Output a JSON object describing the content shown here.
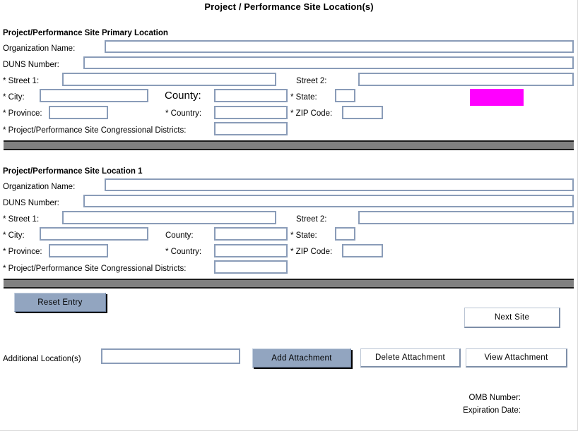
{
  "page": {
    "title": "Project / Performance Site Location(s)"
  },
  "sections": [
    {
      "heading": "Project/Performance Site Primary Location",
      "fields": {
        "organization_name_label": "Organization Name:",
        "organization_name_value": "",
        "duns_number_label": "DUNS Number:",
        "duns_number_value": "",
        "street1_label": "* Street 1:",
        "street1_value": "",
        "street2_label": "Street 2:",
        "street2_value": "",
        "city_label": "* City:",
        "city_value": "",
        "county_label": "County:",
        "county_value": "",
        "state_label": "* State:",
        "state_value": "",
        "province_label": "* Province:",
        "province_value": "",
        "country_label": "* Country:",
        "country_value": "",
        "zip_label": "* ZIP Code:",
        "zip_value": "",
        "districts_label": "* Project/Performance Site Congressional Districts:",
        "districts_value": ""
      }
    },
    {
      "heading": "Project/Performance Site Location 1",
      "fields": {
        "organization_name_label": "Organization Name:",
        "organization_name_value": "",
        "duns_number_label": "DUNS Number:",
        "duns_number_value": "",
        "street1_label": "* Street 1:",
        "street1_value": "",
        "street2_label": "Street 2:",
        "street2_value": "",
        "city_label": "* City:",
        "city_value": "",
        "county_label": "County:",
        "county_value": "",
        "state_label": "* State:",
        "state_value": "",
        "province_label": "* Province:",
        "province_value": "",
        "country_label": "* Country:",
        "country_value": "",
        "zip_label": "* ZIP Code:",
        "zip_value": "",
        "districts_label": "* Project/Performance Site Congressional Districts:",
        "districts_value": ""
      }
    }
  ],
  "actions": {
    "reset_entry": "Reset Entry",
    "next_site": "Next Site",
    "add_attachment": "Add Attachment",
    "delete_attachment": "Delete Attachment",
    "view_attachment": "View  Attachment"
  },
  "additional": {
    "label": "Additional Location(s)",
    "value": ""
  },
  "footer": {
    "omb_number_label": "OMB Number:",
    "omb_number_value": "",
    "expiration_date_label": "Expiration Date:",
    "expiration_date_value": ""
  },
  "colors": {
    "field_border": "#8a9cb8",
    "separator_bar": "#808080",
    "highlight_block": "#ff00ff",
    "primary_button": "#92a5c0"
  }
}
